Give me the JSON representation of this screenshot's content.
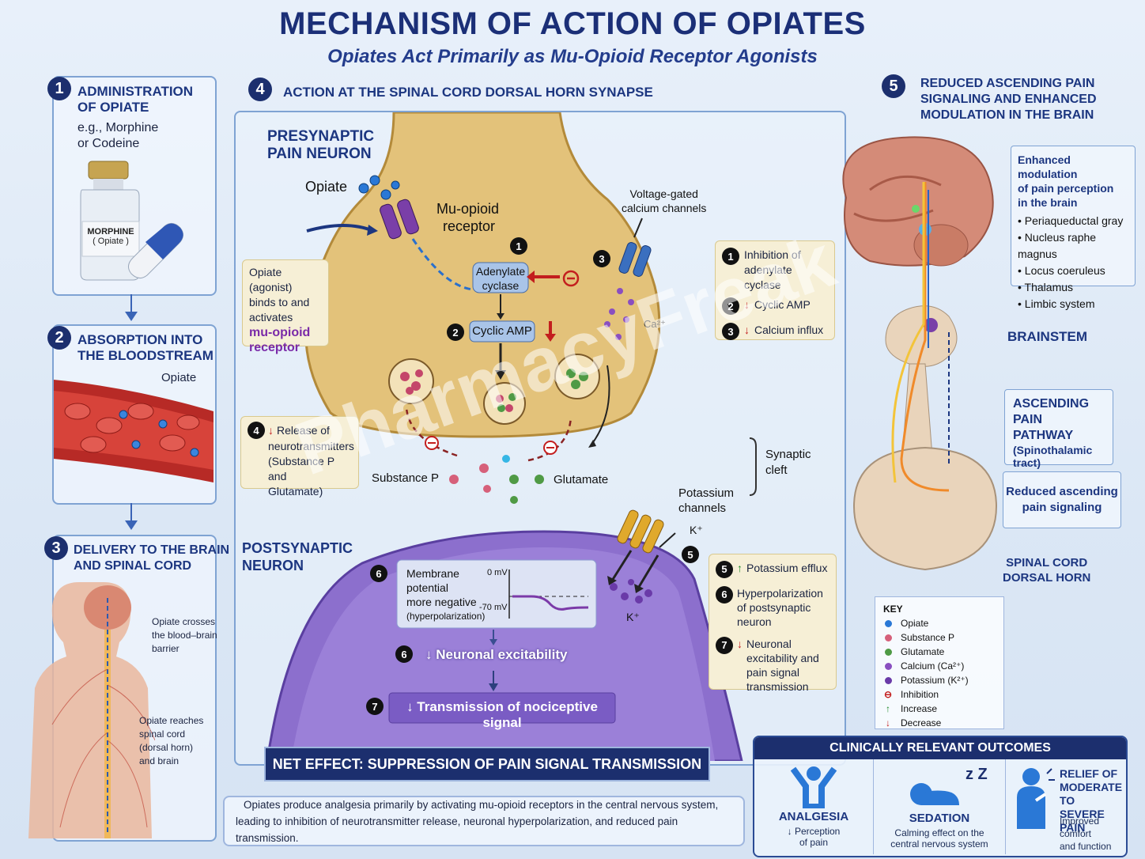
{
  "title": "MECHANISM OF ACTION OF OPIATES",
  "subtitle": "Opiates Act Primarily as Mu-Opioid Receptor Agonists",
  "watermark": "PharmacyFreak",
  "step1": {
    "num": "1",
    "heading_l1": "ADMINISTRATION",
    "heading_l2": "OF OPIATE",
    "text_l1": "e.g., Morphine",
    "text_l2": "or Codeine",
    "bottle_l1": "MORPHINE",
    "bottle_l2": "( Opiate )"
  },
  "step2": {
    "num": "2",
    "heading_l1": "ABSORPTION INTO",
    "heading_l2": "THE BLOODSTREAM",
    "label": "Opiate"
  },
  "step3": {
    "num": "3",
    "heading_l1": "DELIVERY TO THE BRAIN",
    "heading_l2": "AND SPINAL CORD",
    "label1": [
      "Opiate crosses",
      "the blood–brain",
      "barrier"
    ],
    "label2": [
      "Opiate reaches",
      "spinal cord",
      "(dorsal horn)",
      "and brain"
    ]
  },
  "step4": {
    "num": "4",
    "heading": "ACTION AT THE SPINAL CORD DORSAL HORN SYNAPSE",
    "pre_l1": "PRESYNAPTIC",
    "pre_l2": "PAIN NEURON",
    "opiate": "Opiate",
    "receptor_l1": "Mu-opioid",
    "receptor_l2": "receptor",
    "adenylate_l1": "Adenylate",
    "adenylate_l2": "cyclase",
    "camp": "Cyclic AMP",
    "vgcc_l1": "Voltage-gated",
    "vgcc_l2": "calcium channels",
    "ca": "Ca²⁺",
    "agonist_l1": "Opiate (agonist)",
    "agonist_l2": "binds to and",
    "agonist_l3": "activates",
    "agonist_l4": "mu-opioid",
    "agonist_l5": "receptor",
    "release_l1": "Release of",
    "release_l2": "neurotransmitters",
    "release_l3": "(Substance P and",
    "release_l4": "Glutamate)",
    "substance_p": "Substance P",
    "glutamate": "Glutamate",
    "cleft_l1": "Synaptic",
    "cleft_l2": "cleft",
    "k_l1": "Potassium",
    "k_l2": "channels",
    "k": "K⁺",
    "post_l1": "POSTSYNAPTIC",
    "post_l2": "NEURON",
    "mem_l1": "Membrane",
    "mem_l2": "potential",
    "mem_l3": "more negative",
    "mem_l4": "(hyperpolarization)",
    "mv0": "0 mV",
    "mv70": "-70 mV",
    "excit": "↓ Neuronal excitability",
    "trans": "↓ Transmission of nociceptive signal",
    "net": "NET EFFECT: SUPPRESSION OF PAIN SIGNAL TRANSMISSION",
    "list1": [
      {
        "n": "1",
        "t": "Inhibition of adenylate cyclase",
        "arrow": ""
      },
      {
        "n": "2",
        "t": "Cyclic AMP",
        "arrow": "↓"
      },
      {
        "n": "3",
        "t": "Calcium influx",
        "arrow": "↓"
      }
    ],
    "list2": [
      {
        "n": "5",
        "t": "Potassium efflux",
        "arrow": "↑"
      },
      {
        "n": "6",
        "t": "Hyperpolarization of postsynaptic neuron",
        "arrow": ""
      },
      {
        "n": "7",
        "t": "Neuronal excitability and pain signal transmission",
        "arrow": "↓"
      }
    ]
  },
  "step5": {
    "num": "5",
    "heading_l1": "REDUCED ASCENDING PAIN",
    "heading_l2": "SIGNALING AND ENHANCED",
    "heading_l3": "MODULATION IN THE BRAIN",
    "mod_l1": "Enhanced modulation",
    "mod_l2": "of pain perception",
    "mod_l3": "in the brain",
    "regions": [
      "Periaqueductal gray",
      "Nucleus raphe magnus",
      "Locus coeruleus",
      "Thalamus",
      "Limbic system"
    ],
    "brainstem": "BRAINSTEM",
    "asc_l1": "ASCENDING",
    "asc_l2": "PAIN PATHWAY",
    "asc_l3": "(Spinothalamic",
    "asc_l4": "tract)",
    "reduced_l1": "Reduced ascending",
    "reduced_l2": "pain signaling",
    "dorsal_l1": "SPINAL CORD",
    "dorsal_l2": "DORSAL HORN"
  },
  "key": {
    "title": "KEY",
    "items": [
      {
        "label": "Opiate",
        "color": "#2a78d6",
        "sym": "dot"
      },
      {
        "label": "Substance P",
        "color": "#d6607a",
        "sym": "dot"
      },
      {
        "label": "Glutamate",
        "color": "#4f9a45",
        "sym": "dot"
      },
      {
        "label": "Calcium (Ca²⁺)",
        "color": "#8a4fc0",
        "sym": "dot"
      },
      {
        "label": "Potassium (K²⁺)",
        "color": "#6a3aa8",
        "sym": "dot"
      },
      {
        "label": "Inhibition",
        "color": "#c31e1e",
        "sym": "⊖"
      },
      {
        "label": "Increase",
        "color": "#1f8a2a",
        "sym": "↑"
      },
      {
        "label": "Decrease",
        "color": "#c31e1e",
        "sym": "↓"
      }
    ]
  },
  "outcomes": {
    "title": "CLINICALLY RELEVANT OUTCOMES",
    "analgesia": {
      "h": "ANALGESIA",
      "t1": "↓ Perception",
      "t2": "of pain"
    },
    "sedation": {
      "h": "SEDATION",
      "t1": "Calming effect on the",
      "t2": "central nervous system",
      "zz": "z Z"
    },
    "relief": {
      "h1": "RELIEF OF",
      "h2": "MODERATE TO",
      "h3": "SEVERE PAIN",
      "t1": "Improved comfort",
      "t2": "and function"
    }
  },
  "summary": {
    "l1": "Opiates produce analgesia primarily by activating mu-opioid receptors in the central nervous system,",
    "l2": "leading to inhibition of neurotransmitter release, neuronal hyperpolarization, and reduced pain transmission."
  }
}
